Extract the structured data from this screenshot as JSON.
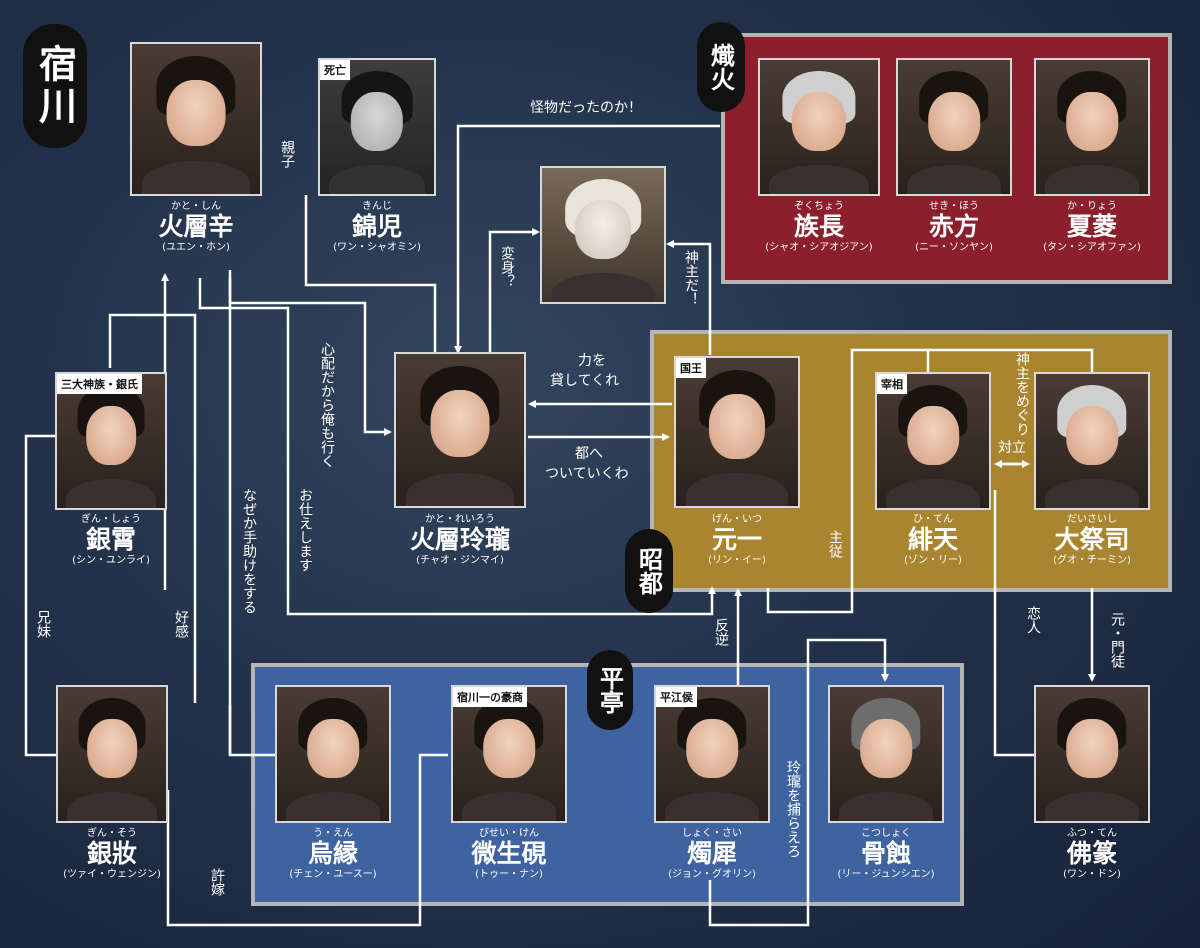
{
  "groups": {
    "shukusen": "宿川",
    "shikka": "熾火",
    "shouto": "昭都",
    "heitei": "平亭"
  },
  "colors": {
    "background": "#22324a",
    "shikka_panel": "#8c1f2c",
    "shouto_panel": "#a98530",
    "heitei_panel": "#3f63a0",
    "lines": "#ffffff"
  },
  "characters": {
    "kaentoshin": {
      "ruby": "かと・しん",
      "name": "火層辛",
      "actor": "(ユエン・ホン)"
    },
    "kinji": {
      "ruby": "きんじ",
      "name": "錦児",
      "actor": "(ワン・シャオミン)",
      "tag": "死亡"
    },
    "kaentoreirou": {
      "ruby": "かと・れいろう",
      "name": "火層玲瓏",
      "actor": "(チャオ・ジンマイ)"
    },
    "ginshou": {
      "ruby": "ぎん・しょう",
      "name": "銀霄",
      "actor": "(シン・ユンライ)",
      "tag": "三大神族・銀氏"
    },
    "ginsou": {
      "ruby": "ぎん・そう",
      "name": "銀妝",
      "actor": "(ツァイ・ウェンジン)"
    },
    "zokuchou": {
      "ruby": "ぞくちょう",
      "name": "族長",
      "actor": "(シャオ・シアオジアン)"
    },
    "sekihou": {
      "ruby": "せき・ほう",
      "name": "赤方",
      "actor": "(ニー・ソンヤン)"
    },
    "karyou": {
      "ruby": "か・りょう",
      "name": "夏菱",
      "actor": "(タン・シアオファン)"
    },
    "genitsu": {
      "ruby": "げん・いつ",
      "name": "元一",
      "actor": "(リン・イー)",
      "tag": "国王"
    },
    "hiten": {
      "ruby": "ひ・てん",
      "name": "緋天",
      "actor": "(ゾン・リー)",
      "tag": "宰相"
    },
    "daisaishi": {
      "ruby": "だいさいし",
      "name": "大祭司",
      "actor": "(グオ・チーミン)"
    },
    "uen": {
      "ruby": "う・えん",
      "name": "烏縁",
      "actor": "(チェン・ユースー)"
    },
    "biseiken": {
      "ruby": "びせい・けん",
      "name": "微生硯",
      "actor": "(トゥー・ナン)",
      "tag": "宿川一の豪商"
    },
    "shokusai": {
      "ruby": "しょく・さい",
      "name": "燭犀",
      "actor": "(ジョン・グオリン)",
      "tag": "平江侯"
    },
    "kotsushoku": {
      "ruby": "こつしょく",
      "name": "骨蝕",
      "actor": "(リー・ジュンシエン)"
    },
    "futsuten": {
      "ruby": "ふつ・てん",
      "name": "佛篆",
      "actor": "(ワン・ドン)"
    }
  },
  "relations": {
    "oyako": "親子",
    "kaibutsu": "怪物だったのか！",
    "henshin": "変身？",
    "kamisama": "神主だ！",
    "shinpai": "心配だから俺も行く",
    "chikara_1": "力を",
    "chikara_2": "貸してくれ",
    "miyako_1": "都へ",
    "miyako_2": "ついていくわ",
    "otsukae": "お仕えします",
    "nazeka": "なぜか手助けをする",
    "kyoudai": "兄妹",
    "koukan": "好感",
    "iinazuke": "許嫁",
    "shujuu": "主従",
    "tairitsu_1": "神主をめぐり",
    "tairitsu_2": "対立",
    "koibito": "恋人",
    "monto": "元・門徒",
    "hangyaku": "反逆",
    "toraero": "玲瓏を捕らえろ"
  }
}
